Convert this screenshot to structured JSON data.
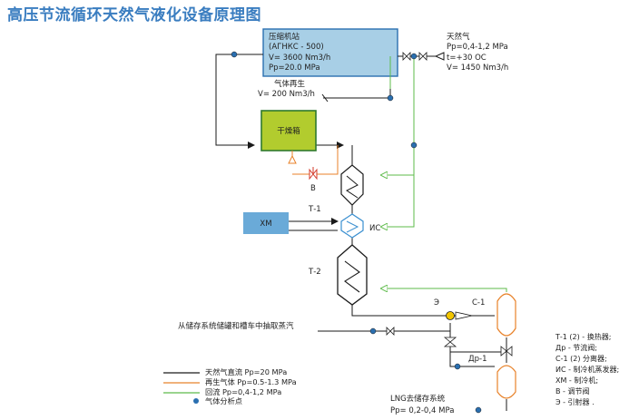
{
  "title": "高压节流循环天然气液化设备原理图",
  "colors": {
    "title": "#3a7dc0",
    "compressor_fill": "#a8cfe6",
    "dryer_fill": "#b2cc2e",
    "xm_fill": "#6aaad8",
    "direct_flow": "#1a1a1a",
    "regen_gas": "#e8822a",
    "return_flow": "#5dbb4a",
    "analysis_point": "#2a6fb0",
    "valve_yellow": "#f2c500",
    "hx_blue": "#3a8fd0"
  },
  "compressor": {
    "line1": "压缩机站",
    "line2": "(АГНКС - 500)",
    "line3": "V= 3600 Nm3/h",
    "line4": "Pp=20.0 MPa"
  },
  "natural_gas": {
    "line1": "天然气",
    "line2": "Pp=0,4-1,2 MPa",
    "line3": "t=+30 OC",
    "line4": "V= 1450 Nm3/h"
  },
  "regen": {
    "line1": "气体再生",
    "line2": "V= 200 Nm3/h"
  },
  "dryer_label": "干燥箱",
  "valve_b_label": "B",
  "t1_label": "Т-1",
  "xm_label": "ХМ",
  "ic_label": "ИС",
  "t2_label": "Т-2",
  "e_label": "Э",
  "c1_label": "С-1",
  "dr1_label": "Др-1",
  "storage_vapor_label": "从储存系统储罐和槽车中抽取蒸汽",
  "lng_out": {
    "line1": "LNG去储存系统",
    "line2": "Pp= 0,2-0,4 MPa"
  },
  "legend": [
    {
      "text": "天然气直流  Pp=20 MPa",
      "kind": "direct"
    },
    {
      "text": "再生气体  Pp=0.5-1.3 MPa",
      "kind": "regen"
    },
    {
      "text": "回流  Pp=0,4-1,2 MPa",
      "kind": "return"
    },
    {
      "text": "气体分析点",
      "kind": "point"
    }
  ],
  "key": [
    "Т-1 (2) - 换热器;",
    "Др - 节流阀;",
    "С-1 (2) 分离器;",
    "ИС - 制冷机蒸发器;",
    "ХМ - 制冷机;",
    "В - 调节阀",
    "Э - 引射器   ."
  ]
}
